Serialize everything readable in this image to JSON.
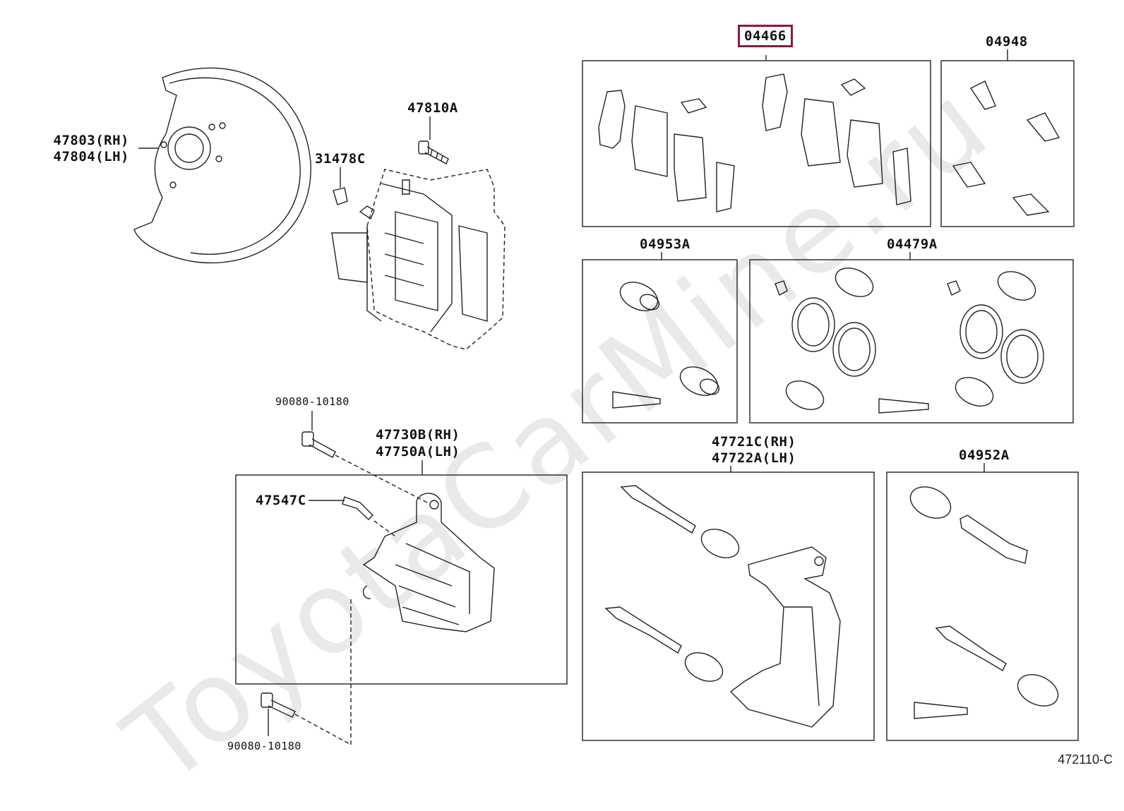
{
  "watermark": "ToyotaCarMine.ru",
  "figure_code": "472110-C",
  "labels": {
    "dust_cover": [
      "47803(RH)",
      "47804(LH)"
    ],
    "bolt_47810": "47810A",
    "plug_31478": "31478C",
    "bolt_upper": "90080-10180",
    "bolt_lower": "90080-10180",
    "cylinder": [
      "47730B(RH)",
      "47750A(LH)"
    ],
    "bleeder": "47547C",
    "pad_kit": "04466",
    "fitting_kit": "04948",
    "boot_kit_a": "04953A",
    "cylinder_kit": "04479A",
    "mounting": [
      "47721C(RH)",
      "47722A(LH)"
    ],
    "boot_kit_b": "04952A"
  },
  "colors": {
    "line": "#222222",
    "highlight": "#8b1a3a",
    "watermark": "#d8d8d8"
  }
}
